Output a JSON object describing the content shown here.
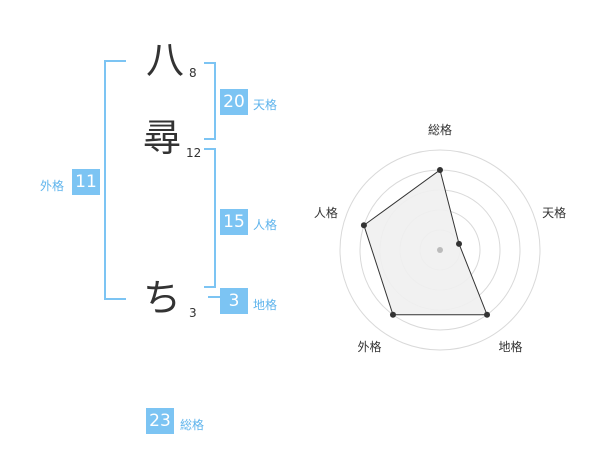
{
  "name": {
    "chars": [
      {
        "char": "八",
        "strokes": "8"
      },
      {
        "char": "尋",
        "strokes": "12"
      },
      {
        "char": "ち",
        "strokes": "3"
      }
    ]
  },
  "kaku": {
    "tenkaku": {
      "value": "20",
      "label": "天格"
    },
    "jinkaku": {
      "value": "15",
      "label": "人格"
    },
    "chikaku": {
      "value": "3",
      "label": "地格"
    },
    "gaikaku": {
      "value": "11",
      "label": "外格"
    },
    "soukaku": {
      "value": "23",
      "label": "総格"
    }
  },
  "chart_data": {
    "type": "radar",
    "axes": [
      "総格",
      "天格",
      "地格",
      "外格",
      "人格"
    ],
    "values": [
      4,
      1,
      4,
      4,
      4
    ],
    "range": [
      0,
      5
    ],
    "rings": 5,
    "colors": {
      "fill": "#efefef",
      "line": "#333333",
      "grid": "#d9d9d9",
      "center": "#bbbbbb"
    }
  }
}
